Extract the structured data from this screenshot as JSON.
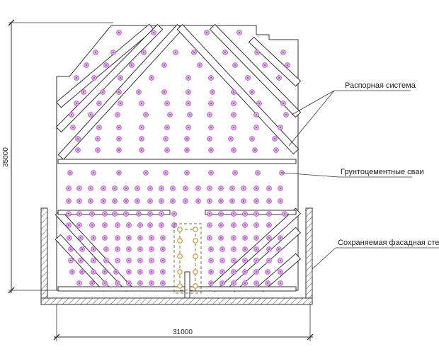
{
  "dimensions": {
    "height_label": "35000",
    "width_label": "31000"
  },
  "labels": {
    "bracing": "Распорная система",
    "piles": "Грунтоцементные сваи",
    "facade": "Сохраняемая фасадная стена"
  },
  "colors": {
    "line": "#333333",
    "pile_fill": "#e9a6f2",
    "pile_stroke": "#b24cc7",
    "pile_center": "#444444",
    "strut_fill": "#ffffff",
    "hatch": "#555555",
    "dashed": "#8a6a2a",
    "orange_pile": "#e58b1f"
  }
}
